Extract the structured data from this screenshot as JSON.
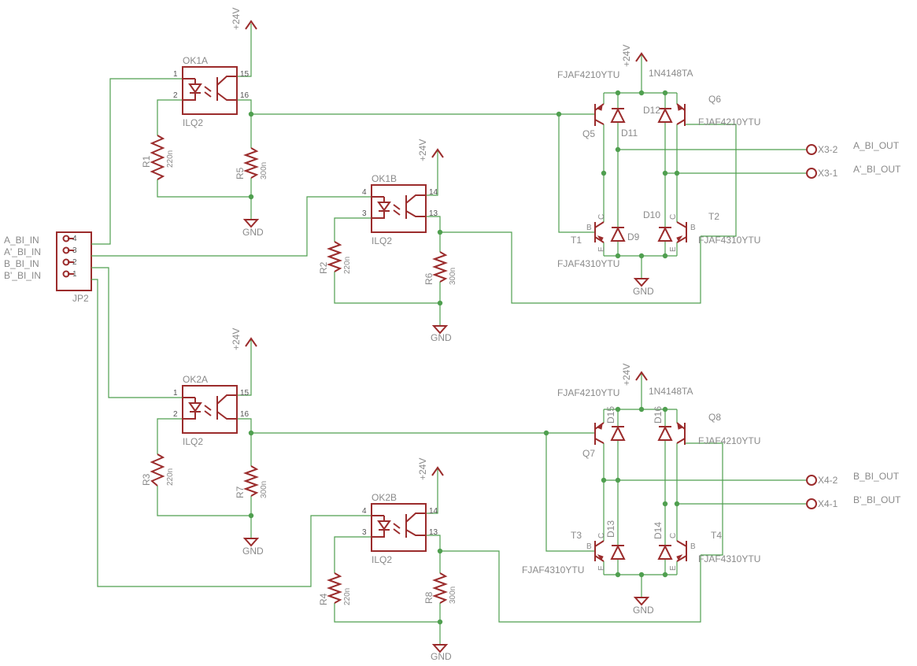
{
  "connector": {
    "name": "JP2",
    "signals": [
      "A_BI_IN",
      "A'_BI_IN",
      "B_BI_IN",
      "B'_BI_IN"
    ],
    "pins": [
      "4",
      "3",
      "2",
      "1"
    ]
  },
  "supply": {
    "vcc": "+24V",
    "gnd": "GND"
  },
  "optocouplers": [
    {
      "name": "OK1A",
      "value": "ILQ2",
      "pins": [
        "1",
        "2",
        "15",
        "16"
      ]
    },
    {
      "name": "OK1B",
      "value": "ILQ2",
      "pins": [
        "4",
        "3",
        "14",
        "13"
      ]
    },
    {
      "name": "OK2A",
      "value": "ILQ2",
      "pins": [
        "1",
        "2",
        "15",
        "16"
      ]
    },
    {
      "name": "OK2B",
      "value": "ILQ2",
      "pins": [
        "4",
        "3",
        "14",
        "13"
      ]
    }
  ],
  "resistors": [
    {
      "name": "R1",
      "value": "220n"
    },
    {
      "name": "R5",
      "value": "300n"
    },
    {
      "name": "R2",
      "value": "220n"
    },
    {
      "name": "R6",
      "value": "300n"
    },
    {
      "name": "R3",
      "value": "220n"
    },
    {
      "name": "R7",
      "value": "300n"
    },
    {
      "name": "R4",
      "value": "220n"
    },
    {
      "name": "R8",
      "value": "300n"
    }
  ],
  "transistors": [
    {
      "name": "Q5",
      "value": "FJAF4210YTU"
    },
    {
      "name": "Q6",
      "value": "FJAF4210YTU"
    },
    {
      "name": "T1",
      "value": "FJAF4310YTU"
    },
    {
      "name": "T2",
      "value": "FJAF4310YTU"
    },
    {
      "name": "Q7",
      "value": "FJAF4210YTU"
    },
    {
      "name": "Q8",
      "value": "FJAF4210YTU"
    },
    {
      "name": "T3",
      "value": "FJAF4310YTU"
    },
    {
      "name": "T4",
      "value": "FJAF4310YTU"
    }
  ],
  "diode_value": "1N4148TA",
  "diodes": [
    "D11",
    "D12",
    "D9",
    "D10",
    "D15",
    "D16",
    "D13",
    "D14"
  ],
  "pin_letters": {
    "base": "B",
    "collector": "C",
    "emitter": "E"
  },
  "outputs": [
    {
      "ref": "X3-2",
      "signal": "A_BI_OUT"
    },
    {
      "ref": "X3-1",
      "signal": "A'_BI_OUT"
    },
    {
      "ref": "X4-2",
      "signal": "B_BI_OUT"
    },
    {
      "ref": "X4-1",
      "signal": "B'_BI_OUT"
    }
  ]
}
